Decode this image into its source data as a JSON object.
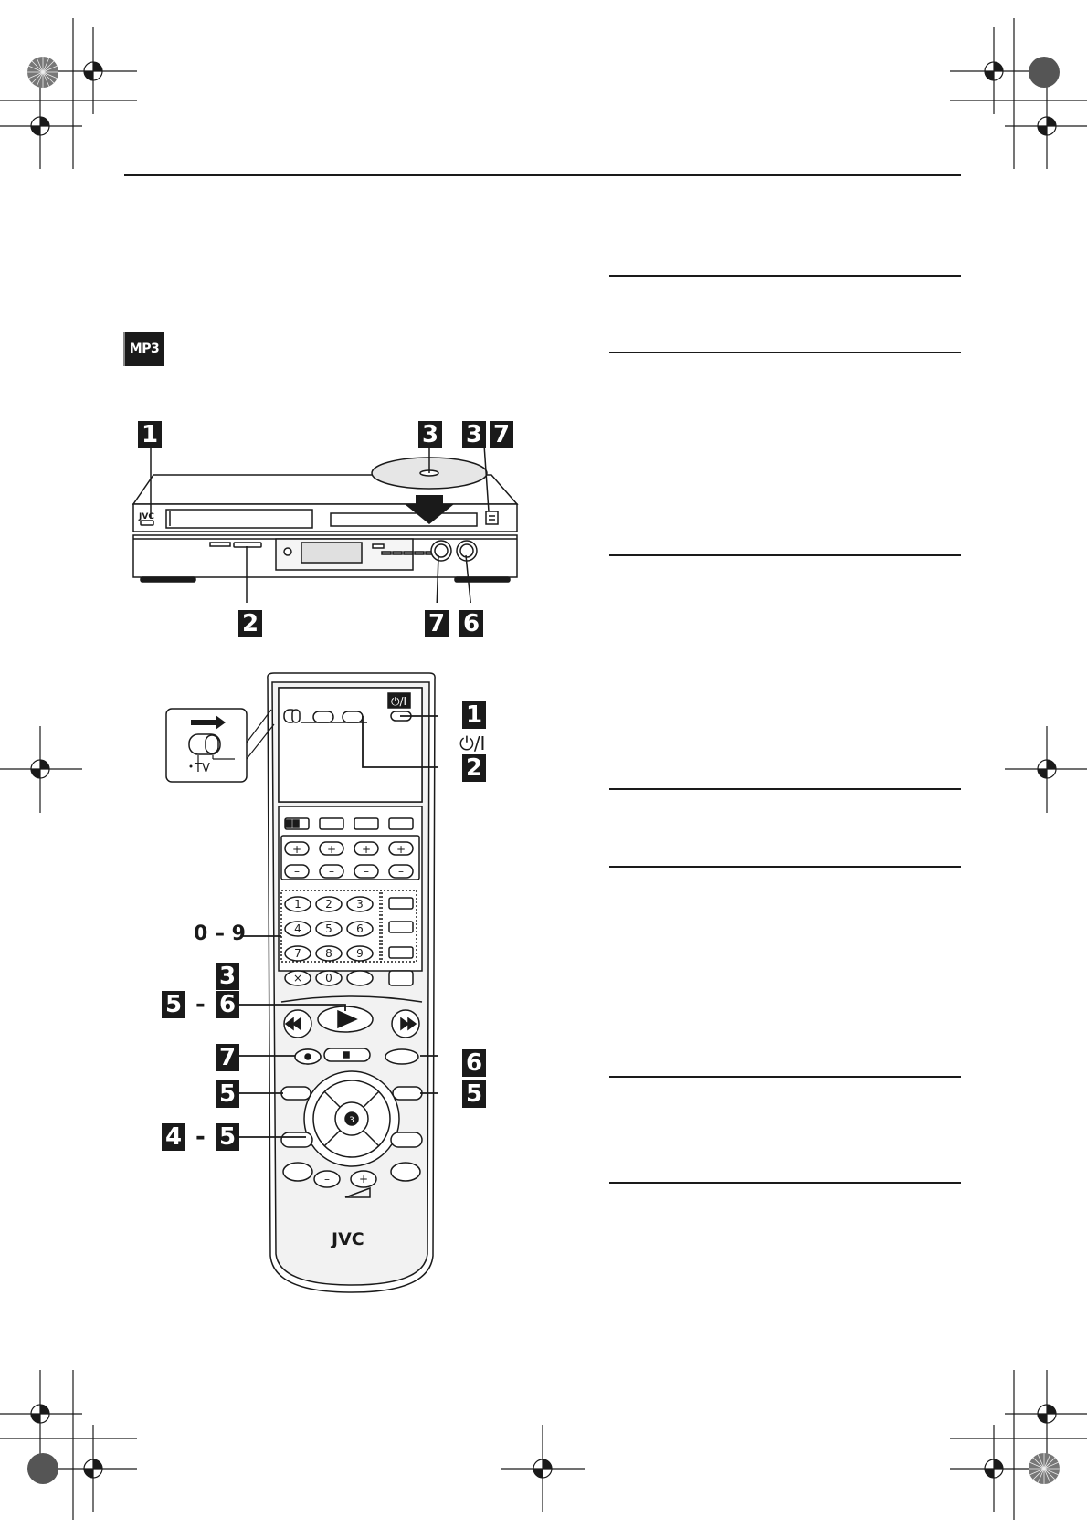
{
  "header": {
    "format_badge": "MP3"
  },
  "deck_callouts": {
    "top_left": "1",
    "top_disc": "3",
    "top_right_a": "3",
    "top_right_b": "7",
    "bottom_left": "2",
    "bottom_right_a": "7",
    "bottom_right_b": "6"
  },
  "deck": {
    "brand": "JVC"
  },
  "remote_callouts": {
    "power_step": "1",
    "power_symbol": "⏻/I",
    "switch_step": "2",
    "numbers_range": "0 – 9",
    "step_3": "3",
    "step_5a": "5",
    "step_range_dash_1": "-",
    "step_6a": "6",
    "step_7": "7",
    "step_6b": "6",
    "step_5_left": "5",
    "step_5_right": "5",
    "step_4": "4",
    "step_range_dash_2": "-",
    "step_5c": "5"
  },
  "remote": {
    "brand": "JVC",
    "power_button": "⏻/I",
    "switch_inset_label": "TV",
    "numpad": [
      "1",
      "2",
      "3",
      "4",
      "5",
      "6",
      "7",
      "8",
      "9",
      "0"
    ],
    "plus": "+",
    "minus": "–",
    "cancel": "×",
    "menu_center": "3"
  }
}
